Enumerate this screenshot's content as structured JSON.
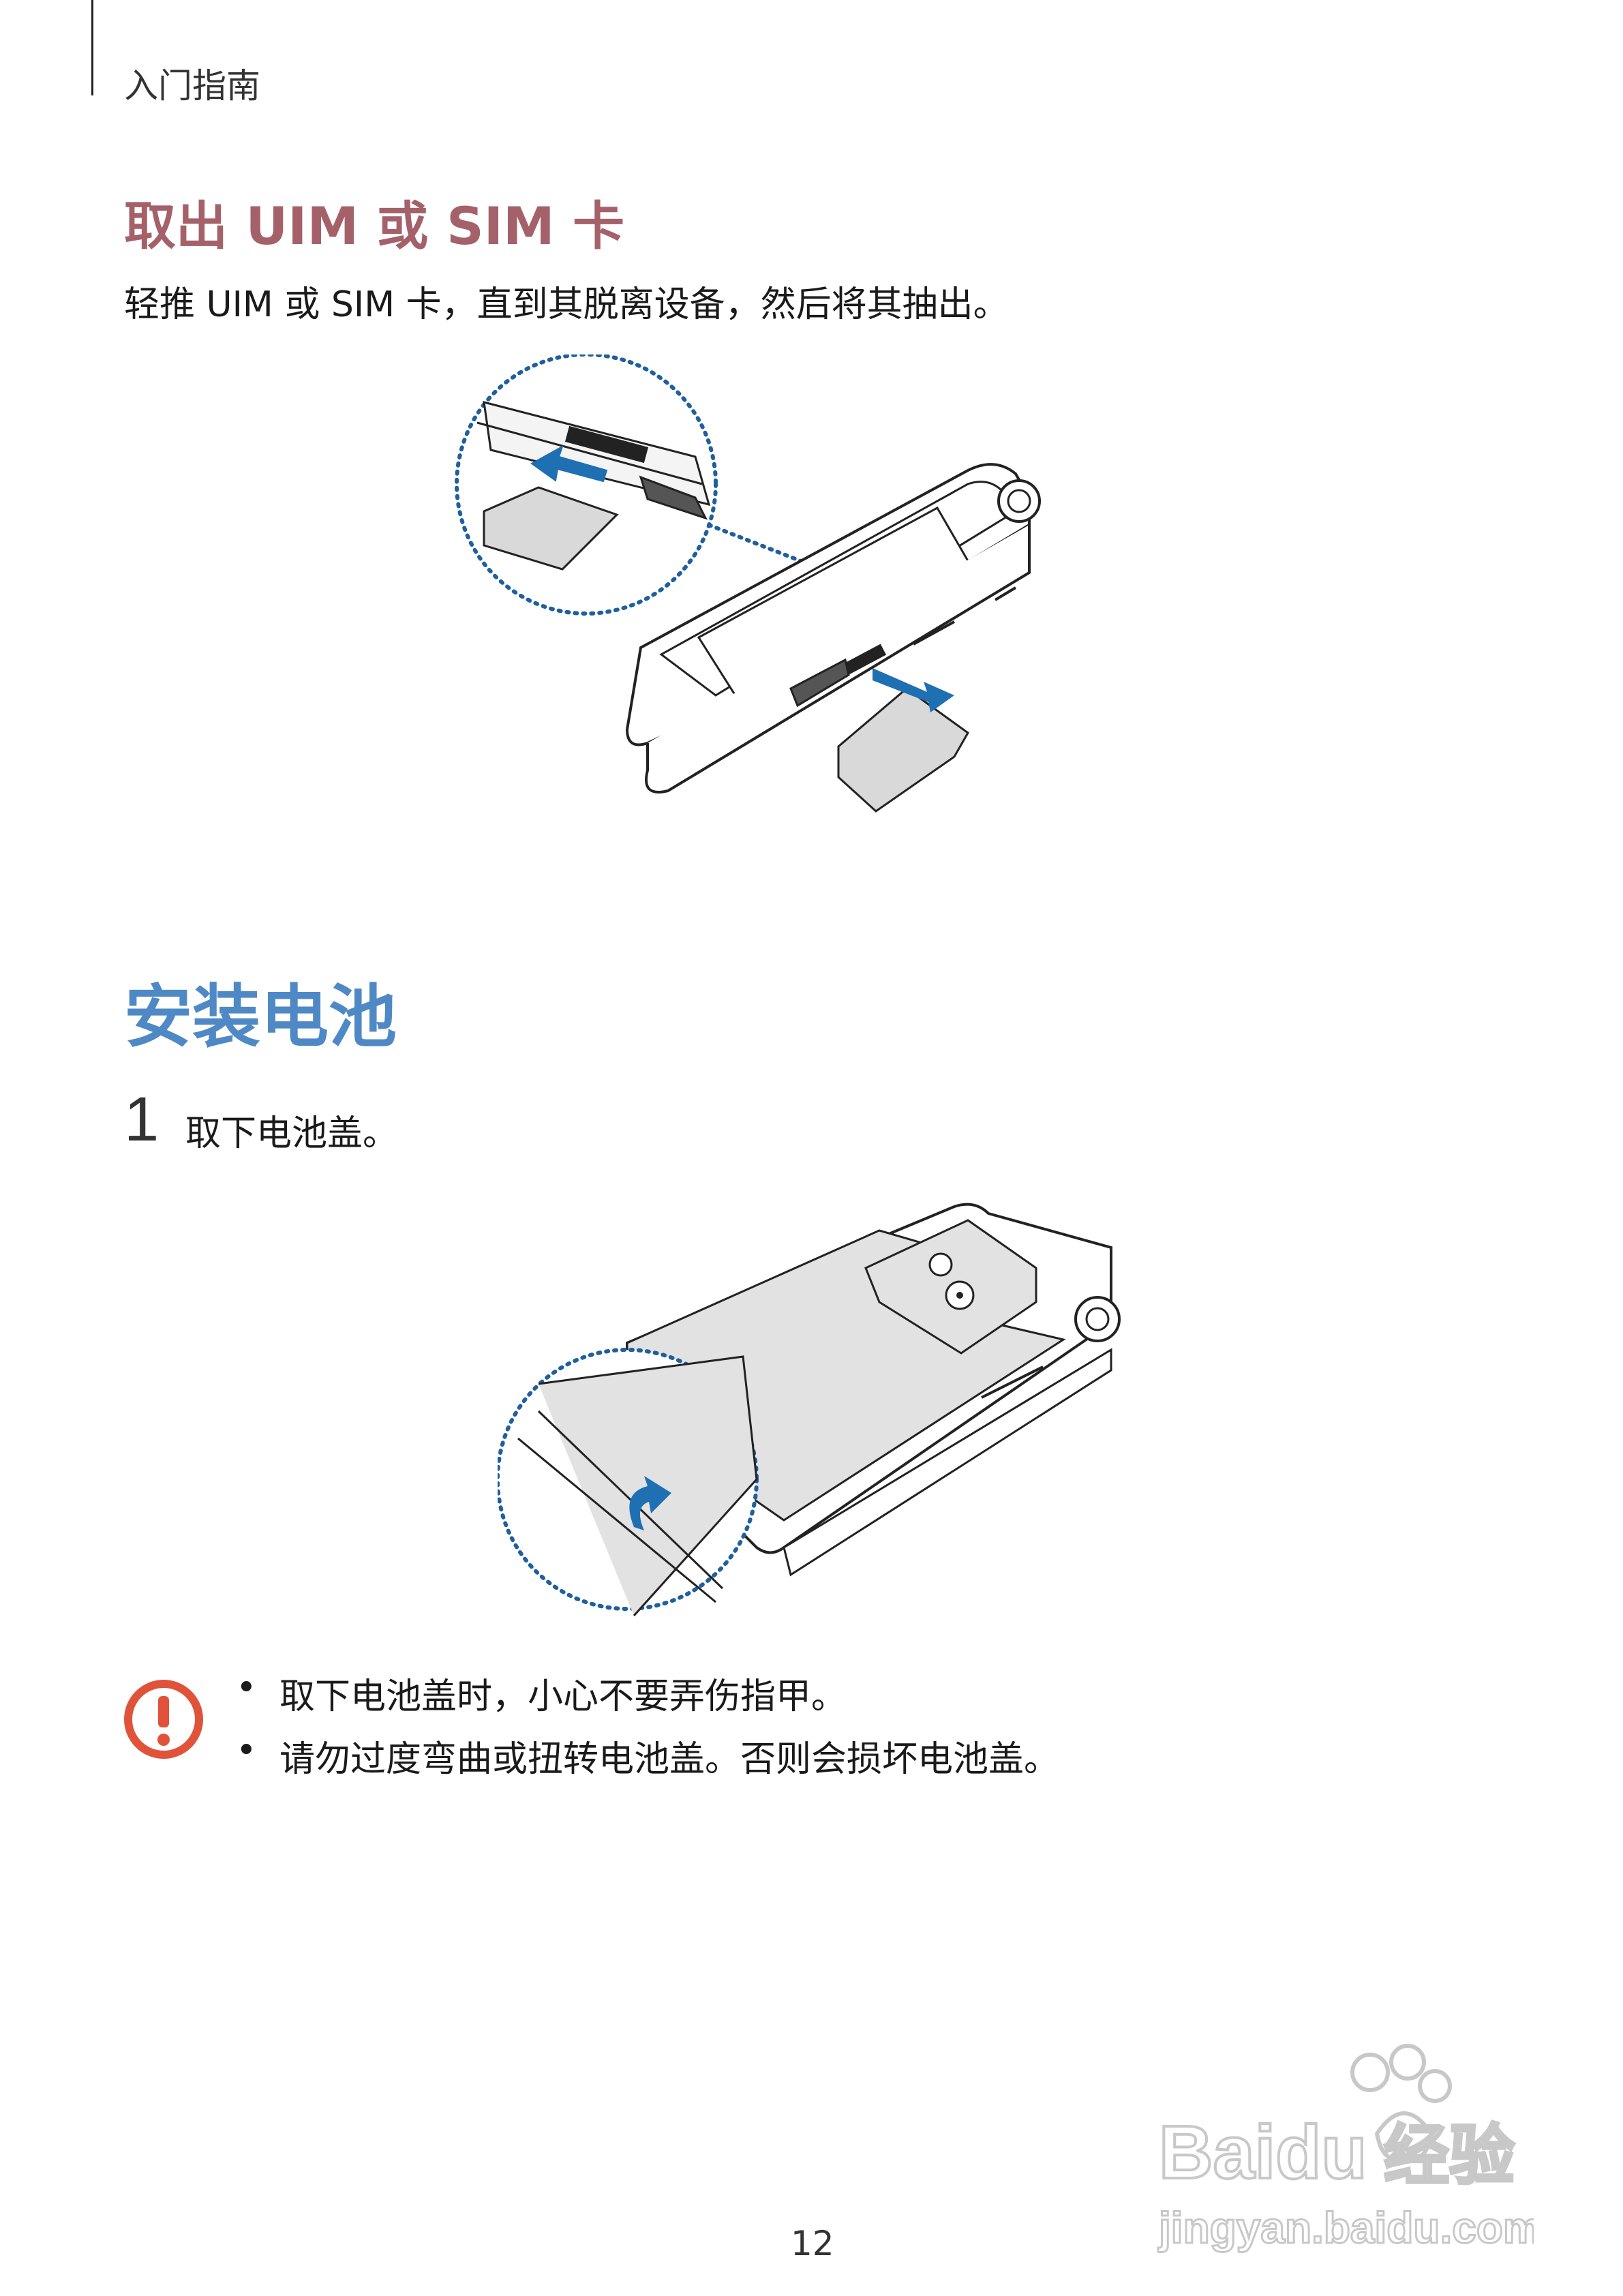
{
  "header": {
    "section_label": "入门指南"
  },
  "remove_sim": {
    "heading": "取出 UIM 或 SIM 卡",
    "instruction": "轻推 UIM 或 SIM 卡，直到其脱离设备，然后将其抽出。"
  },
  "install_battery": {
    "heading": "安装电池",
    "step_number": "1",
    "step_text": "取下电池盖。"
  },
  "caution": {
    "icon": "caution-icon",
    "bullets": [
      "取下电池盖时，小心不要弄伤指甲。",
      "请勿过度弯曲或扭转电池盖。否则会损坏电池盖。"
    ],
    "bullet_marker": "•"
  },
  "footer": {
    "page_number": "12"
  },
  "watermark": {
    "brand": "Baidu",
    "brand_cn": "经验",
    "url": "jingyan.baidu.com"
  },
  "colors": {
    "sub_heading": "#a5616a",
    "main_heading": "#4f89c5",
    "caution_red": "#e0533a",
    "arrow_blue": "#1f6fb3",
    "dotted_blue": "#1f5f9e"
  }
}
